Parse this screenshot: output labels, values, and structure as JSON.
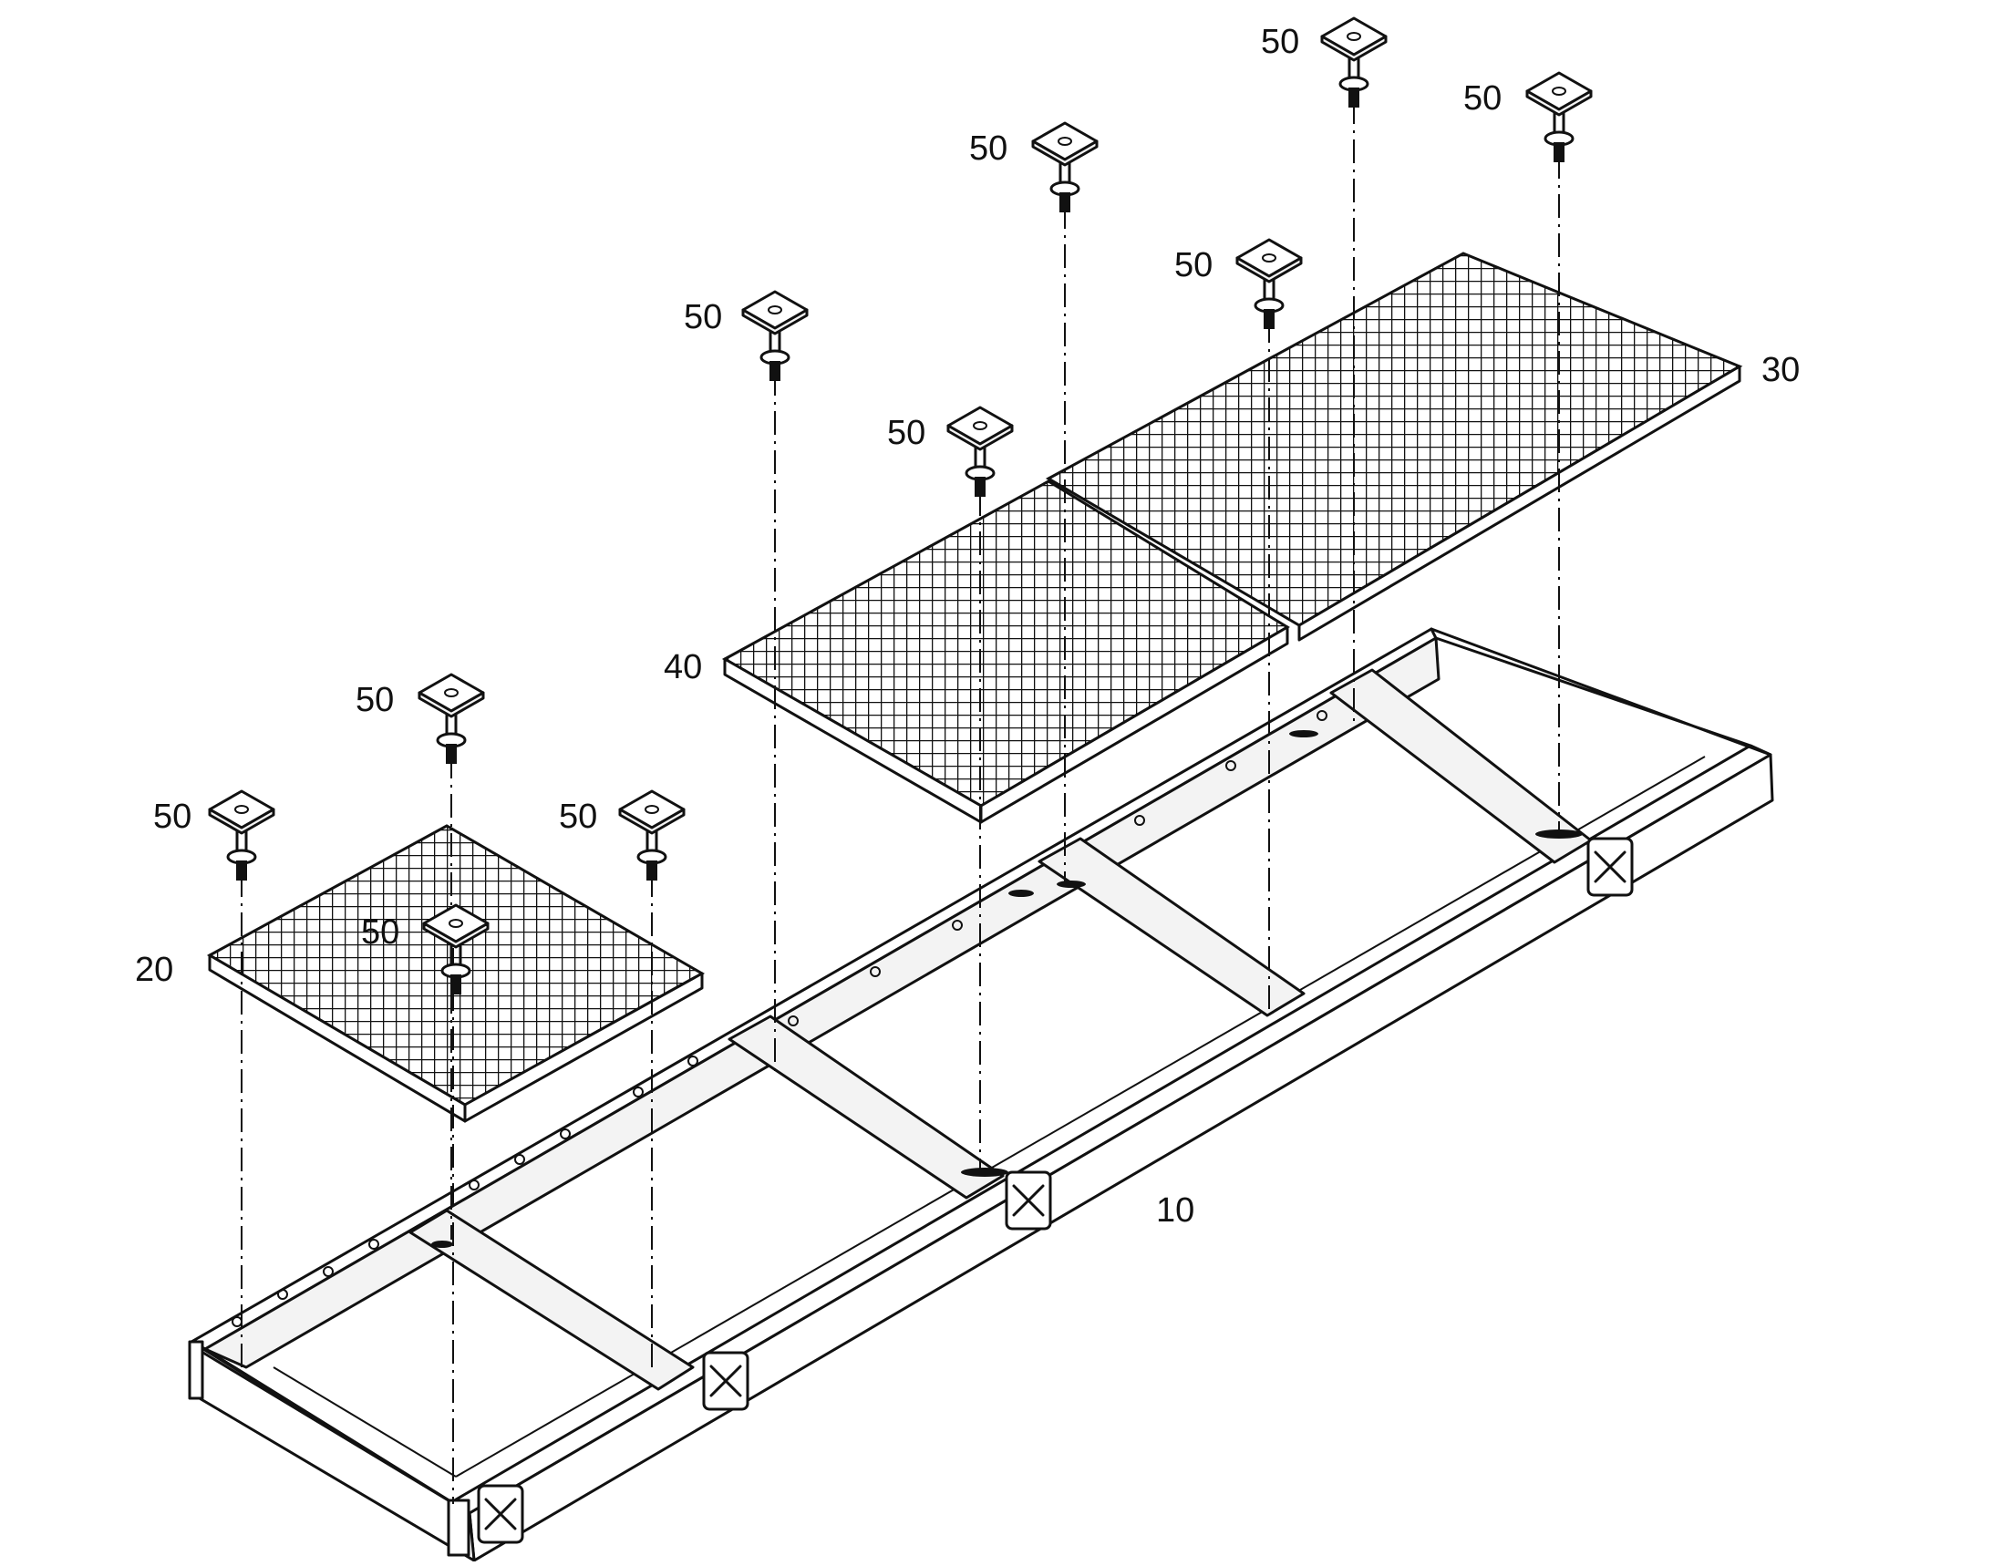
{
  "labels": {
    "base_frame": "10",
    "grate_small": "20",
    "grate_long": "30",
    "grate_medium": "40",
    "fastener": "50"
  },
  "colors": {
    "line": "#111111",
    "background": "#ffffff"
  }
}
